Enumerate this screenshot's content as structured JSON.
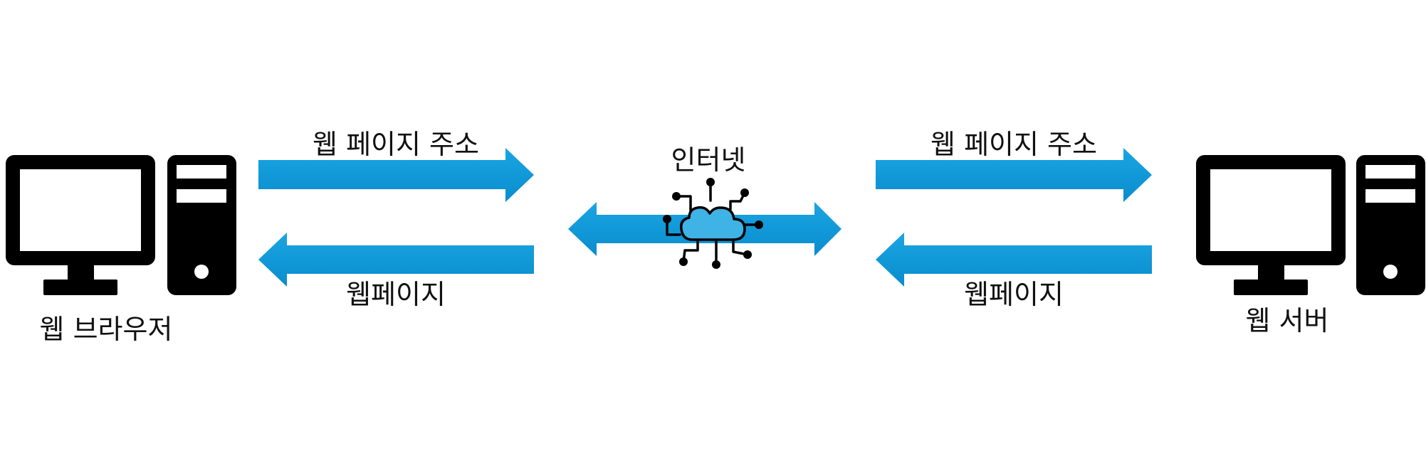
{
  "diagram": {
    "client_label": "웹 브라우저",
    "server_label": "웹 서버",
    "internet_label": "인터넷",
    "left_request_label": "웹 페이지 주소",
    "left_response_label": "웹페이지",
    "right_request_label": "웹 페이지 주소",
    "right_response_label": "웹페이지",
    "icons": [
      "desktop-computer-icon",
      "cloud-network-icon",
      "desktop-computer-icon"
    ]
  },
  "colors": {
    "arrow": "#0f9ad8",
    "arrow_light": "#3fb2e6",
    "icon": "#000000",
    "text": "#111111"
  }
}
